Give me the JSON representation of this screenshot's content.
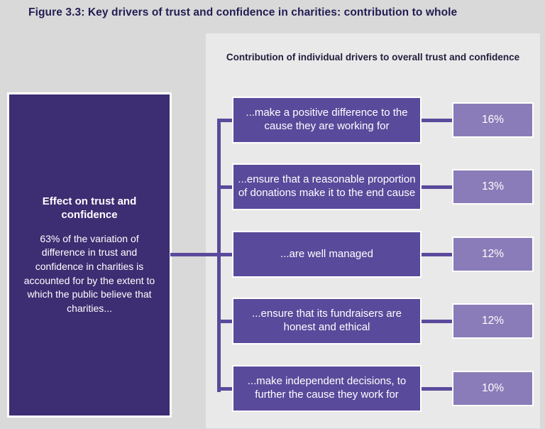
{
  "figure": {
    "title": "Figure 3.3: Key drivers of trust and confidence in charities: contribution to whole"
  },
  "panel": {
    "header": "Contribution of individual drivers to overall trust and confidence"
  },
  "left_box": {
    "heading": "Effect on trust and confidence",
    "body": "63% of the variation of difference in trust and confidence in charities is accounted for by the extent to which the public  believe that charities..."
  },
  "drivers": [
    {
      "label": "...make a positive difference to the cause they are working for",
      "value": "16%"
    },
    {
      "label": "...ensure that a reasonable proportion of donations make it to the end cause",
      "value": "13%"
    },
    {
      "label": "...are well managed",
      "value": "12%"
    },
    {
      "label": "...ensure that its fundraisers are honest and ethical",
      "value": "12%"
    },
    {
      "label": "...make independent decisions, to further the cause they work for",
      "value": "10%"
    }
  ],
  "colors": {
    "page_background": "#d9d9d9",
    "panel_background": "#e9e9e9",
    "effect_box": "#3d2d72",
    "driver_box": "#5a4a9b",
    "value_box": "#8a7cb8",
    "connector": "#5a4a9b",
    "title_text": "#221c52",
    "box_text": "#ffffff"
  },
  "chart_data": {
    "type": "table",
    "title": "Contribution of individual drivers to overall trust and confidence",
    "categories": [
      "...make a positive difference to the cause they are working for",
      "...ensure that a reasonable proportion of donations make it to the end cause",
      "...are well managed",
      "...ensure that its fundraisers are honest and ethical",
      "...make independent decisions, to further the cause they work for"
    ],
    "values": [
      16,
      13,
      12,
      12,
      10
    ],
    "unit": "%"
  }
}
